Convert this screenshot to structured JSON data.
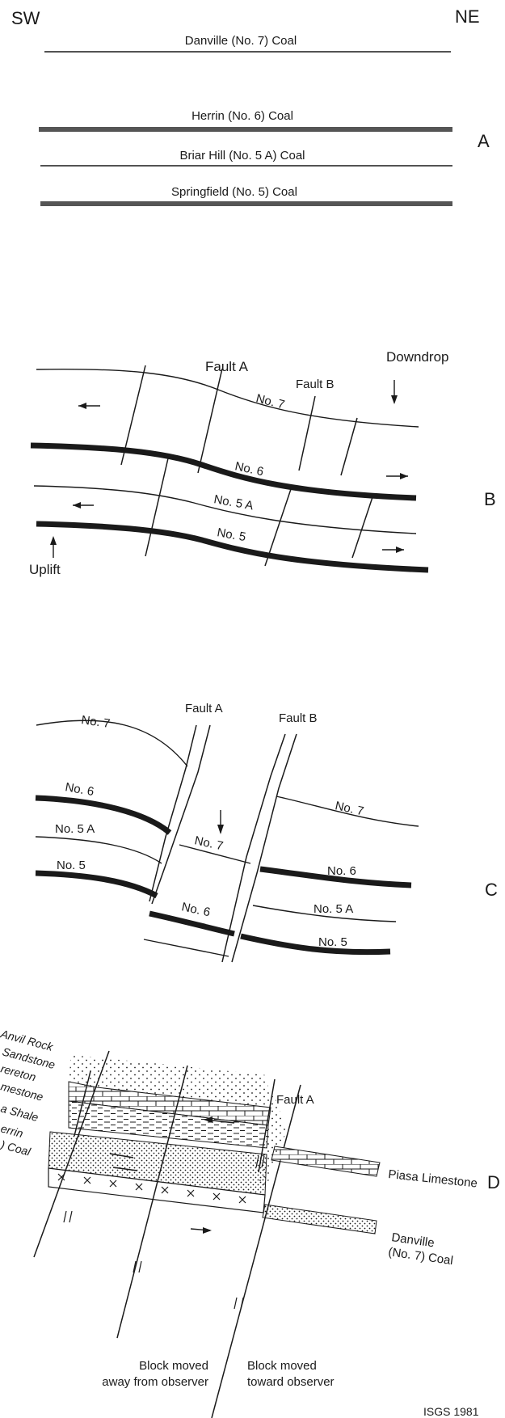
{
  "panel_a": {
    "sw": "SW",
    "ne": "NE",
    "letter": "A",
    "danville": "Danville (No. 7) Coal",
    "herrin": "Herrin (No. 6) Coal",
    "briar_hill": "Briar Hill (No. 5 A) Coal",
    "springfield": "Springfield (No. 5) Coal"
  },
  "panel_b": {
    "letter": "B",
    "fault_a": "Fault A",
    "fault_b": "Fault B",
    "downdrop": "Downdrop",
    "uplift": "Uplift",
    "no7": "No. 7",
    "no6": "No. 6",
    "no5a": "No. 5 A",
    "no5": "No. 5"
  },
  "panel_c": {
    "letter": "C",
    "fault_a": "Fault A",
    "fault_b": "Fault B",
    "left_no7": "No. 7",
    "left_no6": "No. 6",
    "left_no5a": "No. 5 A",
    "left_no5": "No. 5",
    "mid_no7": "No. 7",
    "mid_no6": "No. 6",
    "right_no7": "No. 7",
    "right_no6": "No. 6",
    "right_no5a": "No. 5 A",
    "right_no5": "No. 5"
  },
  "panel_d": {
    "letter": "D",
    "anvil_rock": "Anvil Rock",
    "sandstone": "Sandstone",
    "brereton": "rereton",
    "limestone": "mestone",
    "shale": "a Shale",
    "herrin": "errin",
    "coal": ") Coal",
    "fault_a": "Fault A",
    "piasa": "Piasa Limestone",
    "danville_1": "Danville",
    "danville_2": "(No. 7) Coal",
    "away_1": "Block moved",
    "away_2": "away from observer",
    "toward_1": "Block moved",
    "toward_2": "toward observer"
  },
  "credit": "ISGS 1981",
  "colors": {
    "ink": "#1a1a1a",
    "coal_gray": "#555555",
    "background": "#ffffff"
  }
}
